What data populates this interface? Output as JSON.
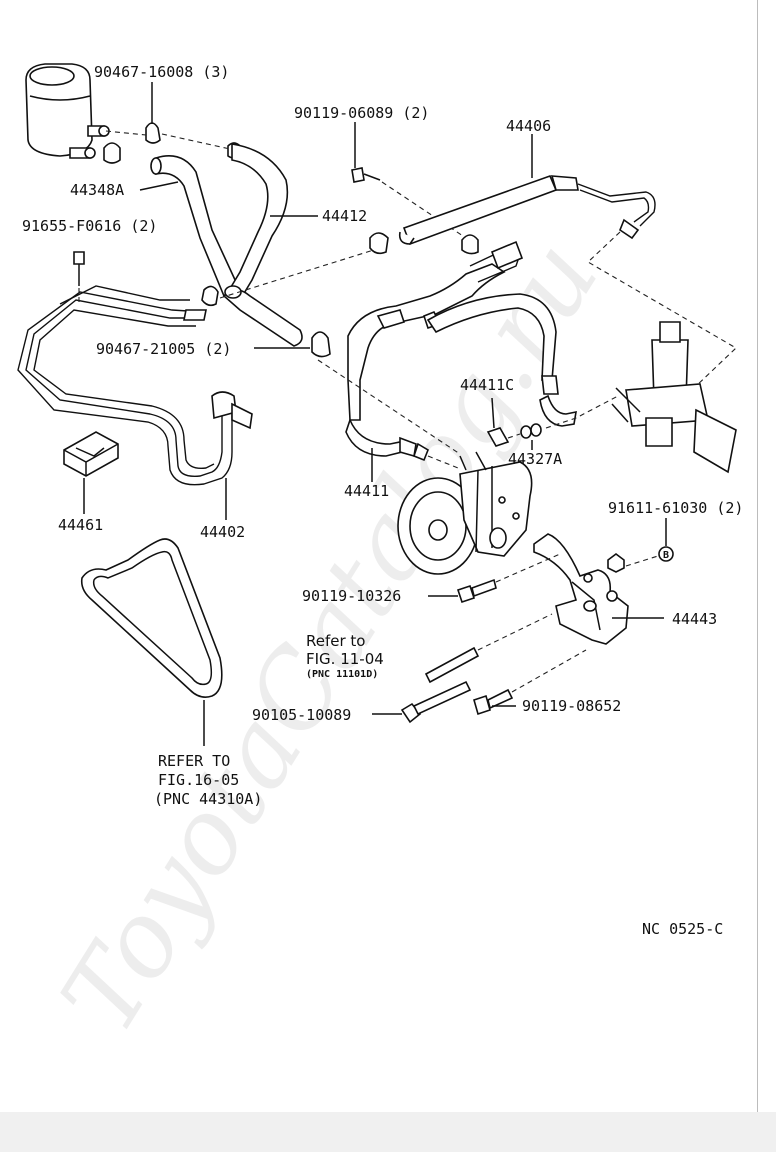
{
  "watermark": "ToyotaCatalog.ru",
  "labels": {
    "p9046716008": "90467-16008 (3)",
    "p9011906089": "90119-06089 (2)",
    "p44406": "44406",
    "p44348a": "44348A",
    "p44412": "44412",
    "p91655f0616": "91655-F0616 (2)",
    "p9046721005": "90467-21005 (2)",
    "p44411c": "44411C",
    "p44327a": "44327A",
    "p44411": "44411",
    "p44461": "44461",
    "p44402": "44402",
    "p9161161030": "91611-61030 (2)",
    "p9011910326": "90119-10326",
    "p44443": "44443",
    "p9010510089": "90105-10089",
    "p9011908652": "90119-08652",
    "marker_b": "B"
  },
  "refer_engine": {
    "line1": "Refer to",
    "line2": "FIG. 11-04",
    "line3": "(PNC 11101D)"
  },
  "refer_belt": {
    "line1": "REFER TO",
    "line2": "FIG.16-05",
    "line3": "(PNC 44310A)"
  },
  "figure_code": "NC 0525-C"
}
